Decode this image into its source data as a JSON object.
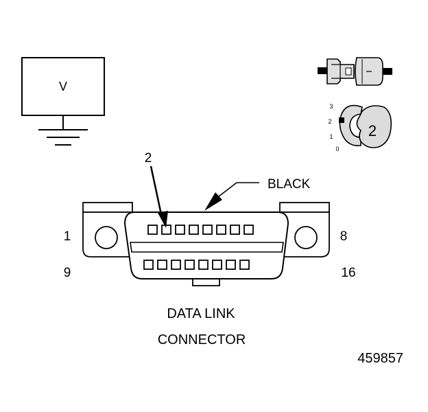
{
  "voltmeter": {
    "label": "V"
  },
  "ignition_switch": {
    "positions": [
      "3",
      "2",
      "1",
      "0"
    ],
    "selected_label": "2"
  },
  "connector": {
    "pointer_pin_label": "2",
    "color_label": "BLACK",
    "pin_labels": {
      "top_left": "1",
      "top_right": "8",
      "bottom_left": "9",
      "bottom_right": "16"
    },
    "title_line1": "DATA LINK",
    "title_line2": "CONNECTOR"
  },
  "figure_number": "459857",
  "colors": {
    "ink": "#000000",
    "paper": "#ffffff",
    "switch_fill": "#dcdcdc"
  }
}
